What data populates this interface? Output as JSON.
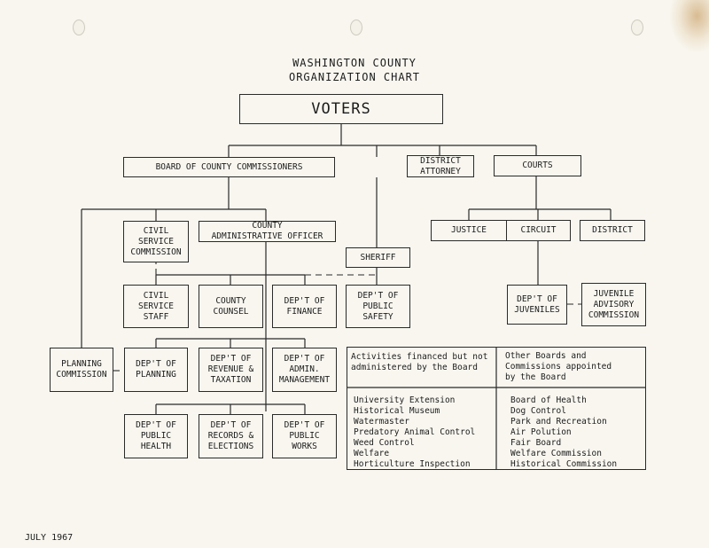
{
  "title": {
    "line1": "WASHINGTON COUNTY",
    "line2": "ORGANIZATION CHART"
  },
  "boxes": {
    "voters": "VOTERS",
    "board": "BOARD OF COUNTY COMMISSIONERS",
    "district_attorney": "DISTRICT\nATTORNEY",
    "courts": "COURTS",
    "civil_service_commission": "CIVIL\nSERVICE\nCOMMISSION",
    "county_admin_officer": "COUNTY\nADMINISTRATIVE OFFICER",
    "justice": "JUSTICE",
    "circuit": "CIRCUIT",
    "district": "DISTRICT",
    "sheriff": "SHERIFF",
    "civil_service_staff": "CIVIL\nSERVICE\nSTAFF",
    "county_counsel": "COUNTY\nCOUNSEL",
    "dept_finance": "DEP'T OF\nFINANCE",
    "dept_public_safety": "DEP'T OF\nPUBLIC\nSAFETY",
    "dept_juveniles": "DEP'T OF\nJUVENILES",
    "juvenile_advisory": "JUVENILE\nADVISORY\nCOMMISSION",
    "planning_commission": "PLANNING\nCOMMISSION",
    "dept_planning": "DEP'T OF\nPLANNING",
    "dept_revenue": "DEP'T OF\nREVENUE &\nTAXATION",
    "dept_admin_mgmt": "DEP'T OF\nADMIN.\nMANAGEMENT",
    "dept_public_health": "DEP'T OF\nPUBLIC\nHEALTH",
    "dept_records": "DEP'T OF\nRECORDS &\nELECTIONS",
    "dept_public_works": "DEP'T OF\nPUBLIC\nWORKS"
  },
  "table": {
    "left_header": "Activities financed but not\nadministered by the Board",
    "right_header": "Other Boards and\nCommissions appointed\nby the Board",
    "left_items": "University Extension\nHistorical Museum\nWatermaster\nPredatory Animal Control\nWeed Control\nWelfare\nHorticulture Inspection",
    "right_items": "Board of Health\nDog Control\nPark and Recreation\nAir Polution\nFair Board\nWelfare Commission\nHistorical Commission"
  },
  "date": "JULY 1967"
}
